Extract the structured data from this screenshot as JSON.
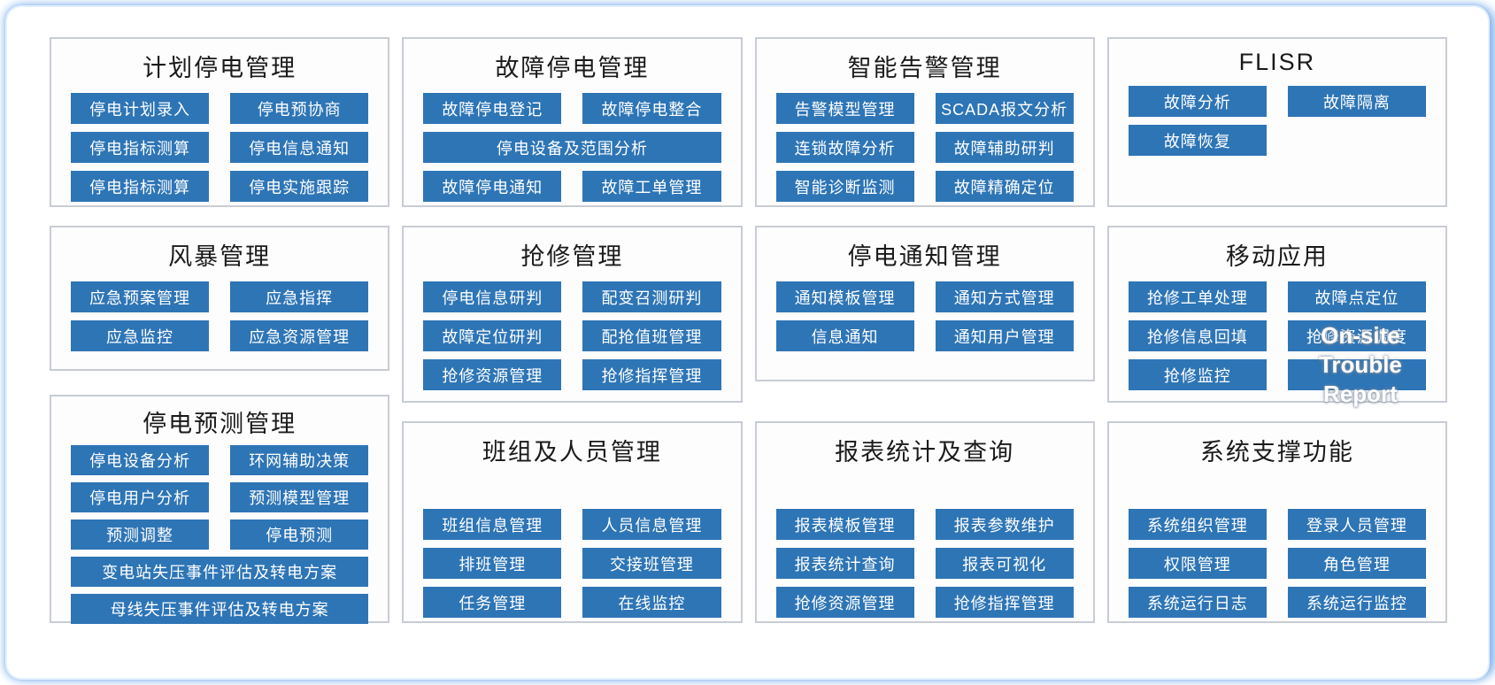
{
  "colors": {
    "button": "#2e75b6",
    "button_text": "#ffffff",
    "panel_border": "#c8ccd4",
    "panel_bg": "#fdfdfe",
    "title": "#1a1a1a",
    "frame_glow": "#8cb9f0"
  },
  "panels": [
    {
      "id": "planned-outage-management",
      "title": "计划停电管理",
      "buttons": [
        {
          "label": "停电计划录入"
        },
        {
          "label": "停电预协商"
        },
        {
          "label": "停电指标测算"
        },
        {
          "label": "停电信息通知"
        },
        {
          "label": "停电指标测算"
        },
        {
          "label": "停电实施跟踪"
        }
      ]
    },
    {
      "id": "fault-outage-management",
      "title": "故障停电管理",
      "buttons": [
        {
          "label": "故障停电登记"
        },
        {
          "label": "故障停电整合"
        },
        {
          "label": "停电设备及范围分析",
          "wide": true
        },
        {
          "label": "故障停电通知"
        },
        {
          "label": "故障工单管理"
        }
      ]
    },
    {
      "id": "intelligent-alarm-management",
      "title": "智能告警管理",
      "buttons": [
        {
          "label": "告警模型管理"
        },
        {
          "label": "SCADA报文分析"
        },
        {
          "label": "连锁故障分析"
        },
        {
          "label": "故障辅助研判"
        },
        {
          "label": "智能诊断监测"
        },
        {
          "label": "故障精确定位"
        }
      ]
    },
    {
      "id": "flisr",
      "title": "FLISR",
      "buttons": [
        {
          "label": "故障分析"
        },
        {
          "label": "故障隔离"
        },
        {
          "label": "故障恢复"
        }
      ]
    },
    {
      "id": "storm-management",
      "title": "风暴管理",
      "buttons": [
        {
          "label": "应急预案管理"
        },
        {
          "label": "应急指挥"
        },
        {
          "label": "应急监控"
        },
        {
          "label": "应急资源管理"
        }
      ]
    },
    {
      "id": "repair-management",
      "title": "抢修管理",
      "buttons": [
        {
          "label": "停电信息研判"
        },
        {
          "label": "配变召测研判"
        },
        {
          "label": "故障定位研判"
        },
        {
          "label": "配抢值班管理"
        },
        {
          "label": "抢修资源管理"
        },
        {
          "label": "抢修指挥管理"
        }
      ]
    },
    {
      "id": "outage-notification-management",
      "title": "停电通知管理",
      "buttons": [
        {
          "label": "通知模板管理"
        },
        {
          "label": "通知方式管理"
        },
        {
          "label": "信息通知"
        },
        {
          "label": "通知用户管理"
        }
      ]
    },
    {
      "id": "mobile-application",
      "title": "移动应用",
      "buttons": [
        {
          "label": "抢修工单处理"
        },
        {
          "label": "故障点定位"
        },
        {
          "label": "抢修信息回填"
        },
        {
          "label": "抢修资源调度"
        },
        {
          "label": "抢修监控"
        },
        {
          "label": ""
        }
      ],
      "overlay": {
        "lines": [
          "On-site",
          "Trouble",
          "Report"
        ]
      }
    },
    {
      "id": "outage-forecast-management",
      "title": "停电预测管理",
      "buttons": [
        {
          "label": "停电设备分析"
        },
        {
          "label": "环网辅助决策"
        },
        {
          "label": "停电用户分析"
        },
        {
          "label": "预测模型管理"
        },
        {
          "label": "预测调整"
        },
        {
          "label": "停电预测"
        },
        {
          "label": "变电站失压事件评估及转电方案",
          "wide": true
        },
        {
          "label": "母线失压事件评估及转电方案",
          "wide": true
        }
      ]
    },
    {
      "id": "team-personnel-management",
      "title": "班组及人员管理",
      "spaced": true,
      "buttons": [
        {
          "label": "班组信息管理"
        },
        {
          "label": "人员信息管理"
        },
        {
          "label": "排班管理"
        },
        {
          "label": "交接班管理"
        },
        {
          "label": "任务管理"
        },
        {
          "label": "在线监控"
        }
      ]
    },
    {
      "id": "report-statistics-query",
      "title": "报表统计及查询",
      "spaced": true,
      "buttons": [
        {
          "label": "报表模板管理"
        },
        {
          "label": "报表参数维护"
        },
        {
          "label": "报表统计查询"
        },
        {
          "label": "报表可视化"
        },
        {
          "label": "抢修资源管理"
        },
        {
          "label": "抢修指挥管理"
        }
      ]
    },
    {
      "id": "system-support-functions",
      "title": "系统支撑功能",
      "spaced": true,
      "buttons": [
        {
          "label": "系统组织管理"
        },
        {
          "label": "登录人员管理"
        },
        {
          "label": "权限管理"
        },
        {
          "label": "角色管理"
        },
        {
          "label": "系统运行日志"
        },
        {
          "label": "系统运行监控"
        }
      ]
    }
  ]
}
